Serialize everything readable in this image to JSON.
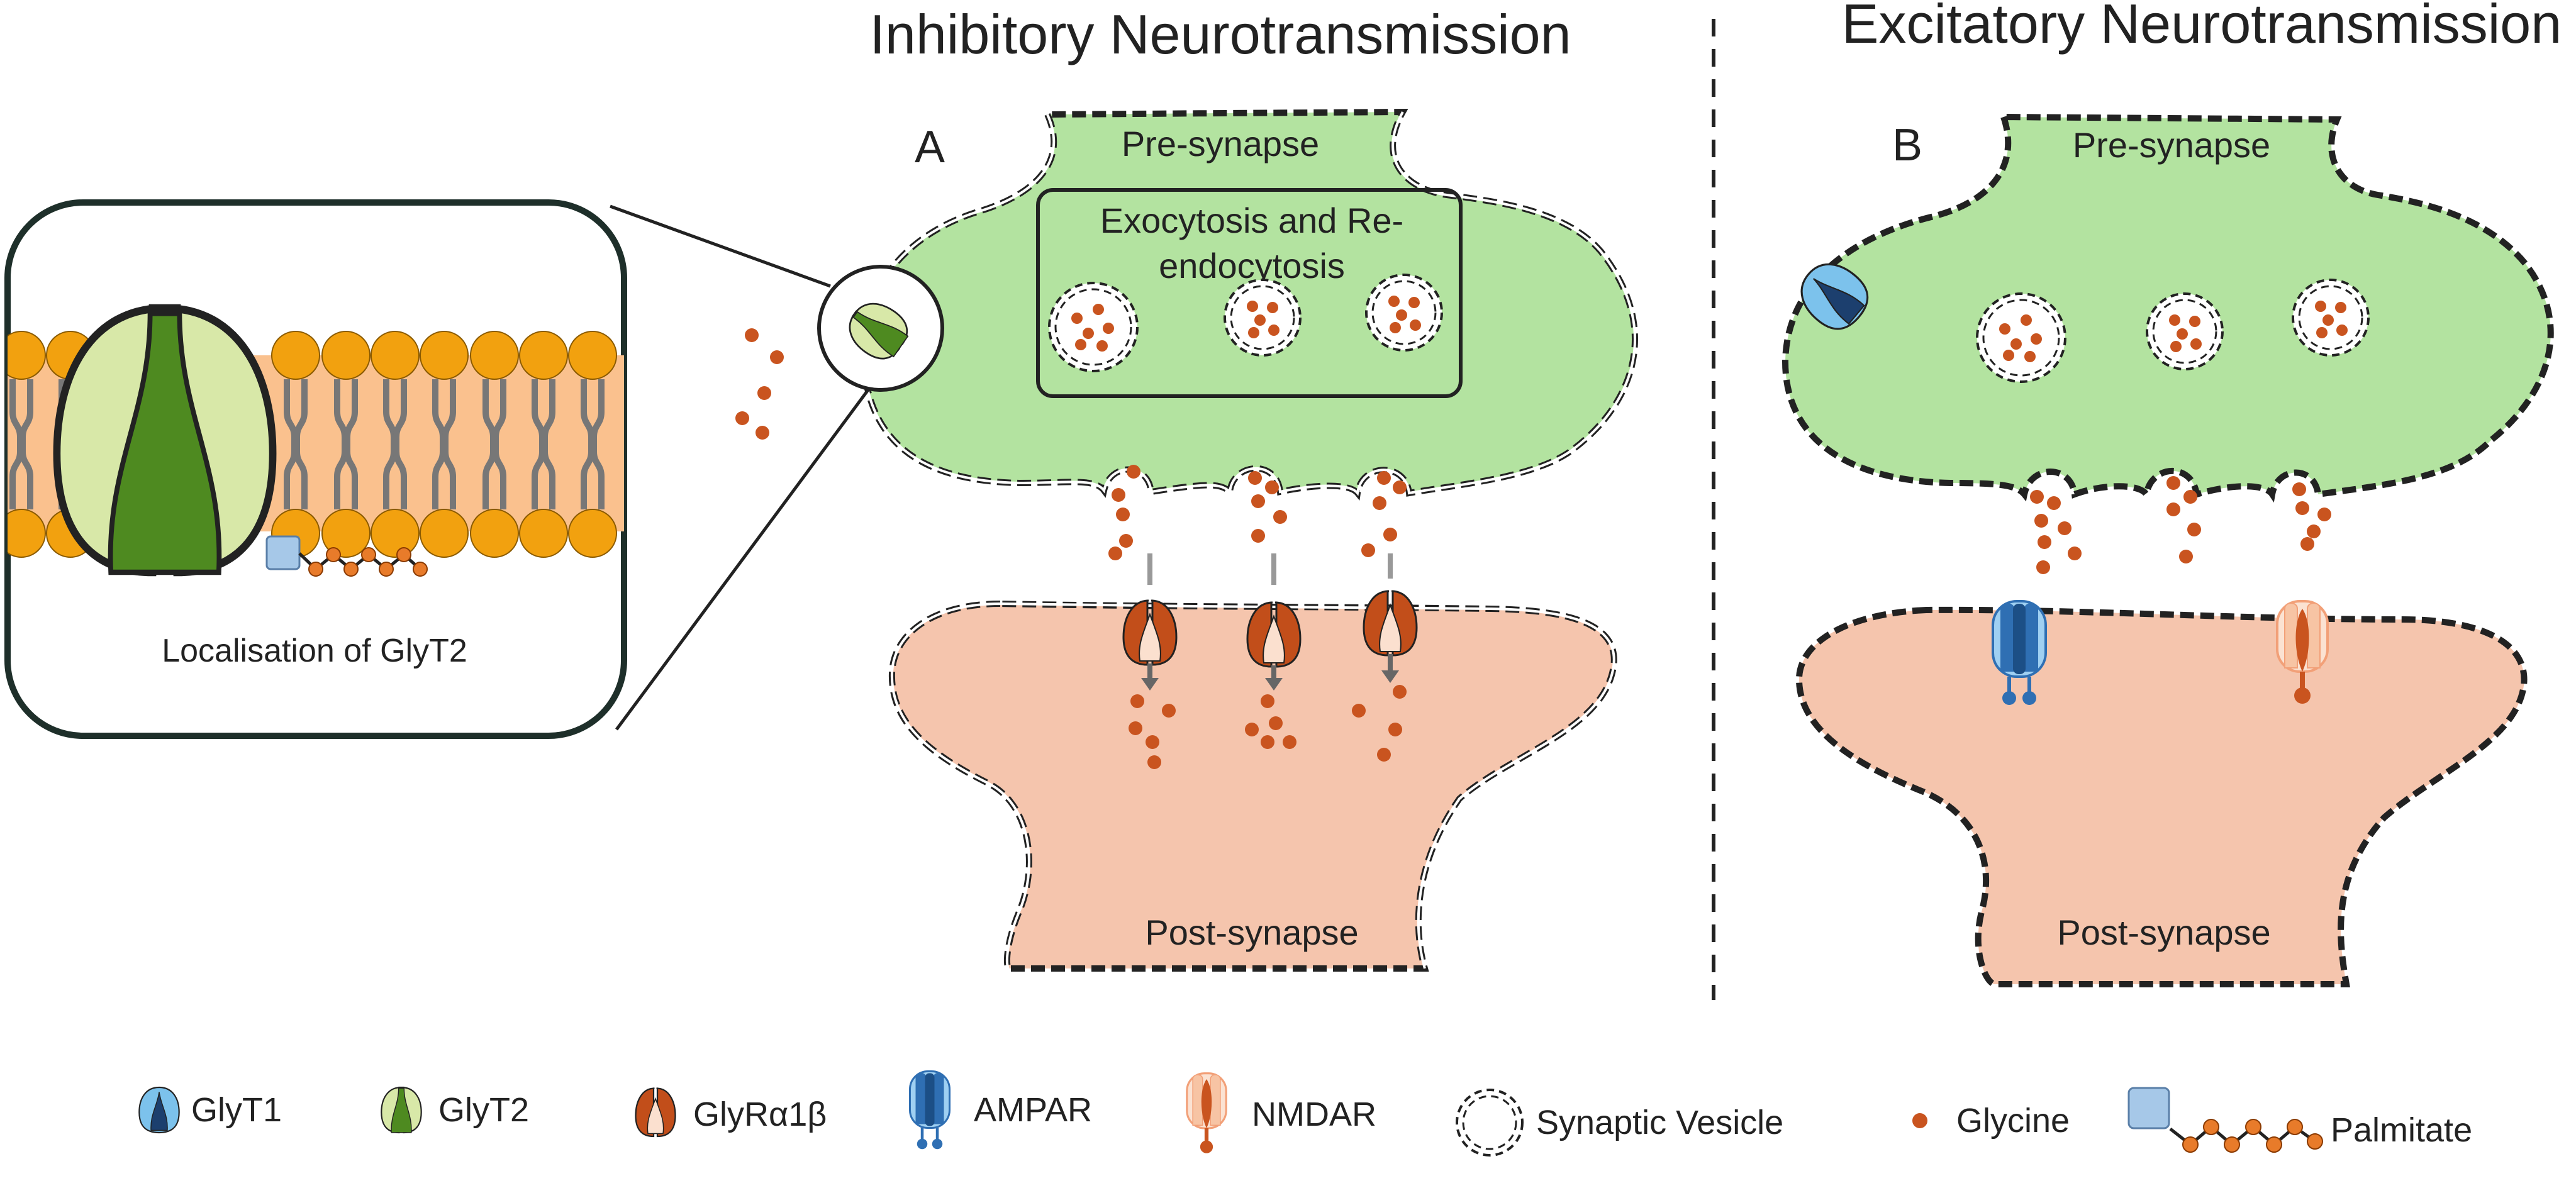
{
  "panels": {
    "inhibitory": {
      "title": "Inhibitory Neurotransmission",
      "letter": "A",
      "pre_label": "Pre-synapse",
      "post_label": "Post-synapse",
      "box_label_line1": "Exocytosis and Re-",
      "box_label_line2": "endocytosis"
    },
    "excitatory": {
      "title": "Excitatory Neurotransmission",
      "letter": "B",
      "pre_label": "Pre-synapse",
      "post_label": "Post-synapse"
    }
  },
  "inset": {
    "caption": "Localisation of GlyT2"
  },
  "legend": {
    "glyt1": "GlyT1",
    "glyt2": "GlyT2",
    "glyr": "GlyRα1β",
    "ampar": "AMPAR",
    "nmdar": "NMDAR",
    "vesicle": "Synaptic Vesicle",
    "glycine": "Glycine",
    "palmitate": "Palmitate"
  },
  "colors": {
    "presynapse": "#b3e3a0",
    "postsynapse": "#f5c5ad",
    "glycine": "#c9541f",
    "membrane_head": "#f2a10f",
    "membrane_core": "#fac18e",
    "glyt2_light": "#d8e8a8",
    "glyt2_dark": "#4e8a20",
    "glyt1_light": "#7cc2ec",
    "glyt1_dark": "#1c3f6e",
    "glyr_outer": "#c24e1a",
    "glyr_inner": "#fbe0cf",
    "ampar": "#2f6fb3",
    "nmdar_light": "#f7c4a4",
    "nmdar_dark": "#c9541f",
    "palmitate_box": "#a6c8e8"
  }
}
